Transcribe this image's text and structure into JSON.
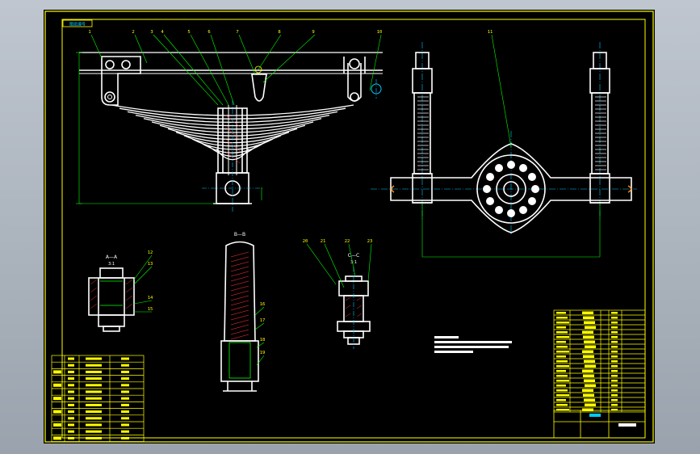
{
  "title_tag": "图纸编号",
  "balloons": [
    "1",
    "2",
    "3",
    "4",
    "5",
    "6",
    "7",
    "8",
    "9",
    "10",
    "11",
    "12",
    "13",
    "14",
    "15",
    "16",
    "17",
    "18",
    "19",
    "20",
    "21",
    "22",
    "23"
  ],
  "sections": {
    "a": "A—A",
    "b": "B—B",
    "c": "C—C"
  },
  "scale_marks": {
    "a": "3:1",
    "c": "3:1"
  },
  "colors": {
    "sheet": "#000000",
    "line": "#ffffff",
    "frame": "#ffff00",
    "leader": "#00ff00",
    "center": "#00c8ff",
    "hatch": "#ff3030",
    "accent": "#ff8c1a"
  }
}
